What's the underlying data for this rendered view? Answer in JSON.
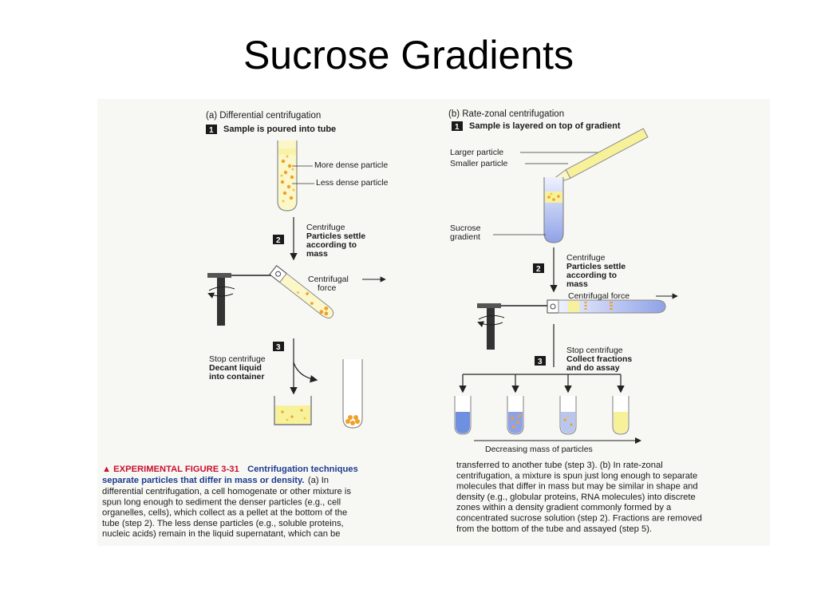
{
  "slide": {
    "title": "Sucrose Gradients"
  },
  "panel_a": {
    "heading": "(a) Differential centrifugation",
    "step1": {
      "num": "1",
      "text": "Sample is poured into tube"
    },
    "more_dense": "More dense particle",
    "less_dense": "Less dense particle",
    "step2": {
      "num": "2",
      "line1": "Centrifuge",
      "line2": "Particles settle",
      "line3": "according to",
      "line4": "mass"
    },
    "force1": "Centrifugal",
    "force2": "force",
    "step3": {
      "num": "3",
      "line1": "Stop centrifuge",
      "line2": "Decant liquid",
      "line3": "into container"
    }
  },
  "panel_b": {
    "heading": "(b) Rate-zonal centrifugation",
    "step1": {
      "num": "1",
      "text": "Sample is layered on top of gradient"
    },
    "larger": "Larger particle",
    "smaller": "Smaller particle",
    "sucrose1": "Sucrose",
    "sucrose2": "gradient",
    "step2": {
      "num": "2",
      "line1": "Centrifuge",
      "line2": "Particles settle",
      "line3": "according to",
      "line4": "mass"
    },
    "force": "Centrifugal force",
    "step3": {
      "num": "3",
      "line1": "Stop centrifuge",
      "line2": "Collect fractions",
      "line3": "and do assay"
    },
    "decreasing": "Decreasing mass of particles"
  },
  "caption": {
    "label": "▲ EXPERIMENTAL FIGURE 3-31",
    "title_part1": "Centrifugation techniques",
    "title_part2": "separate particles that differ in mass or density.",
    "a_tag": " (a) In",
    "left_lines": [
      "differential centrifugation, a cell homogenate or other mixture is",
      "spun long enough to sediment the denser particles (e.g., cell",
      "organelles, cells), which collect as a pellet at the bottom of the",
      "tube (step 2). The less dense particles (e.g., soluble proteins,",
      "nucleic acids) remain in the liquid supernatant, which can be"
    ],
    "right_lines": [
      "transferred to another tube (step 3). (b) In rate-zonal",
      "centrifugation, a mixture is spun just long enough to separate",
      "molecules that differ in mass but may be similar in shape and",
      "density (e.g., globular proteins, RNA molecules) into discrete",
      "zones within a density gradient commonly formed by a",
      "concentrated sucrose solution (step 2). Fractions are removed",
      "from the bottom of the tube and assayed (step 5)."
    ]
  },
  "colors": {
    "liquid_yellow": "#f7f19a",
    "particle_orange": "#f0a02a",
    "gradient_blue": "#a8b8ec",
    "step_box": "#1a1a1a",
    "caption_red": "#c8102e",
    "caption_blue": "#1f3c8f"
  }
}
